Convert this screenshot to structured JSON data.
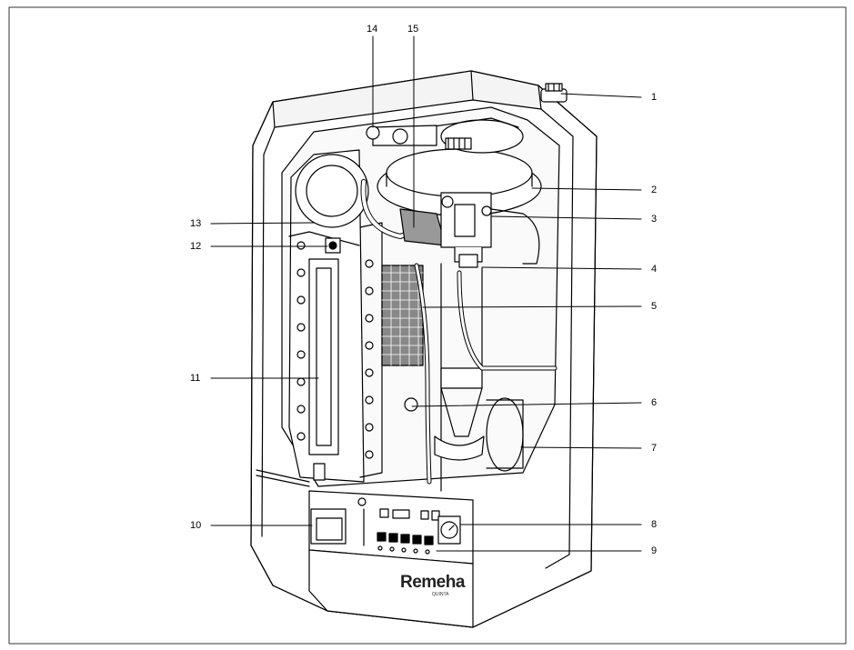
{
  "labels": {
    "l1": "1",
    "l2": "2",
    "l3": "3",
    "l4": "4",
    "l5": "5",
    "l6": "6",
    "l7": "7",
    "l8": "8",
    "l9": "9",
    "l10": "10",
    "l11": "11",
    "l12": "12",
    "l13": "13",
    "l14": "14",
    "l15": "15"
  },
  "brand": {
    "name": "Remeha",
    "model": "QUINTA"
  },
  "icons": [
    "boiler-casing",
    "gas-valve",
    "fan",
    "heat-exchanger",
    "control-panel",
    "pressure-gauge"
  ]
}
